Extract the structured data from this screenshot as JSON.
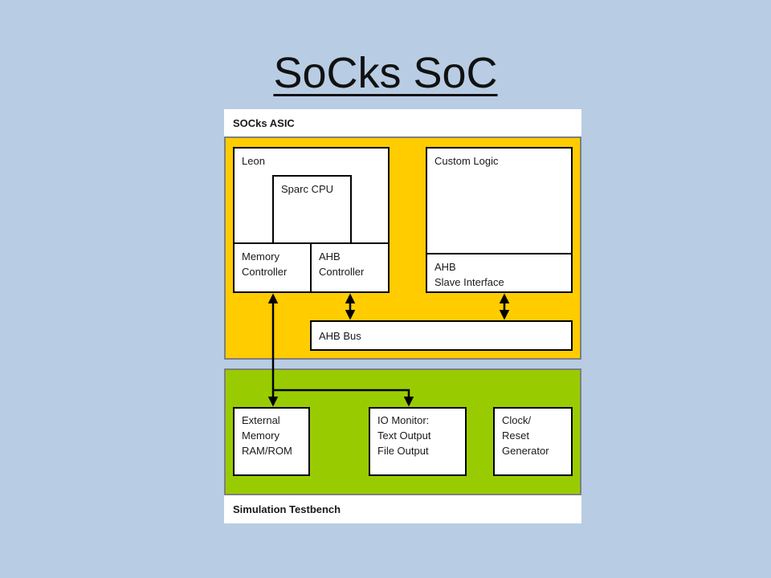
{
  "title": "SoCks SoC",
  "asic": {
    "label": "SOCks ASIC",
    "leon": {
      "label": "Leon",
      "cpu": "Sparc CPU",
      "memory_controller": [
        "Memory",
        "Controller"
      ],
      "ahb_controller": [
        "AHB",
        "Controller"
      ]
    },
    "custom_logic": {
      "label": "Custom Logic",
      "slave_interface": [
        "AHB",
        "Slave Interface"
      ]
    },
    "ahb_bus": "AHB Bus"
  },
  "testbench": {
    "label": "Simulation Testbench",
    "external_memory": [
      "External",
      "Memory",
      "RAM/ROM"
    ],
    "io_monitor": [
      "IO Monitor:",
      "Text Output",
      "File Output"
    ],
    "clock_reset": [
      "Clock/",
      "Reset",
      "Generator"
    ]
  },
  "colors": {
    "background": "#b8cce4",
    "asic_fill": "#ffcc00",
    "testbench_fill": "#99cc00",
    "box_fill": "#ffffff",
    "outline": "#000000"
  }
}
